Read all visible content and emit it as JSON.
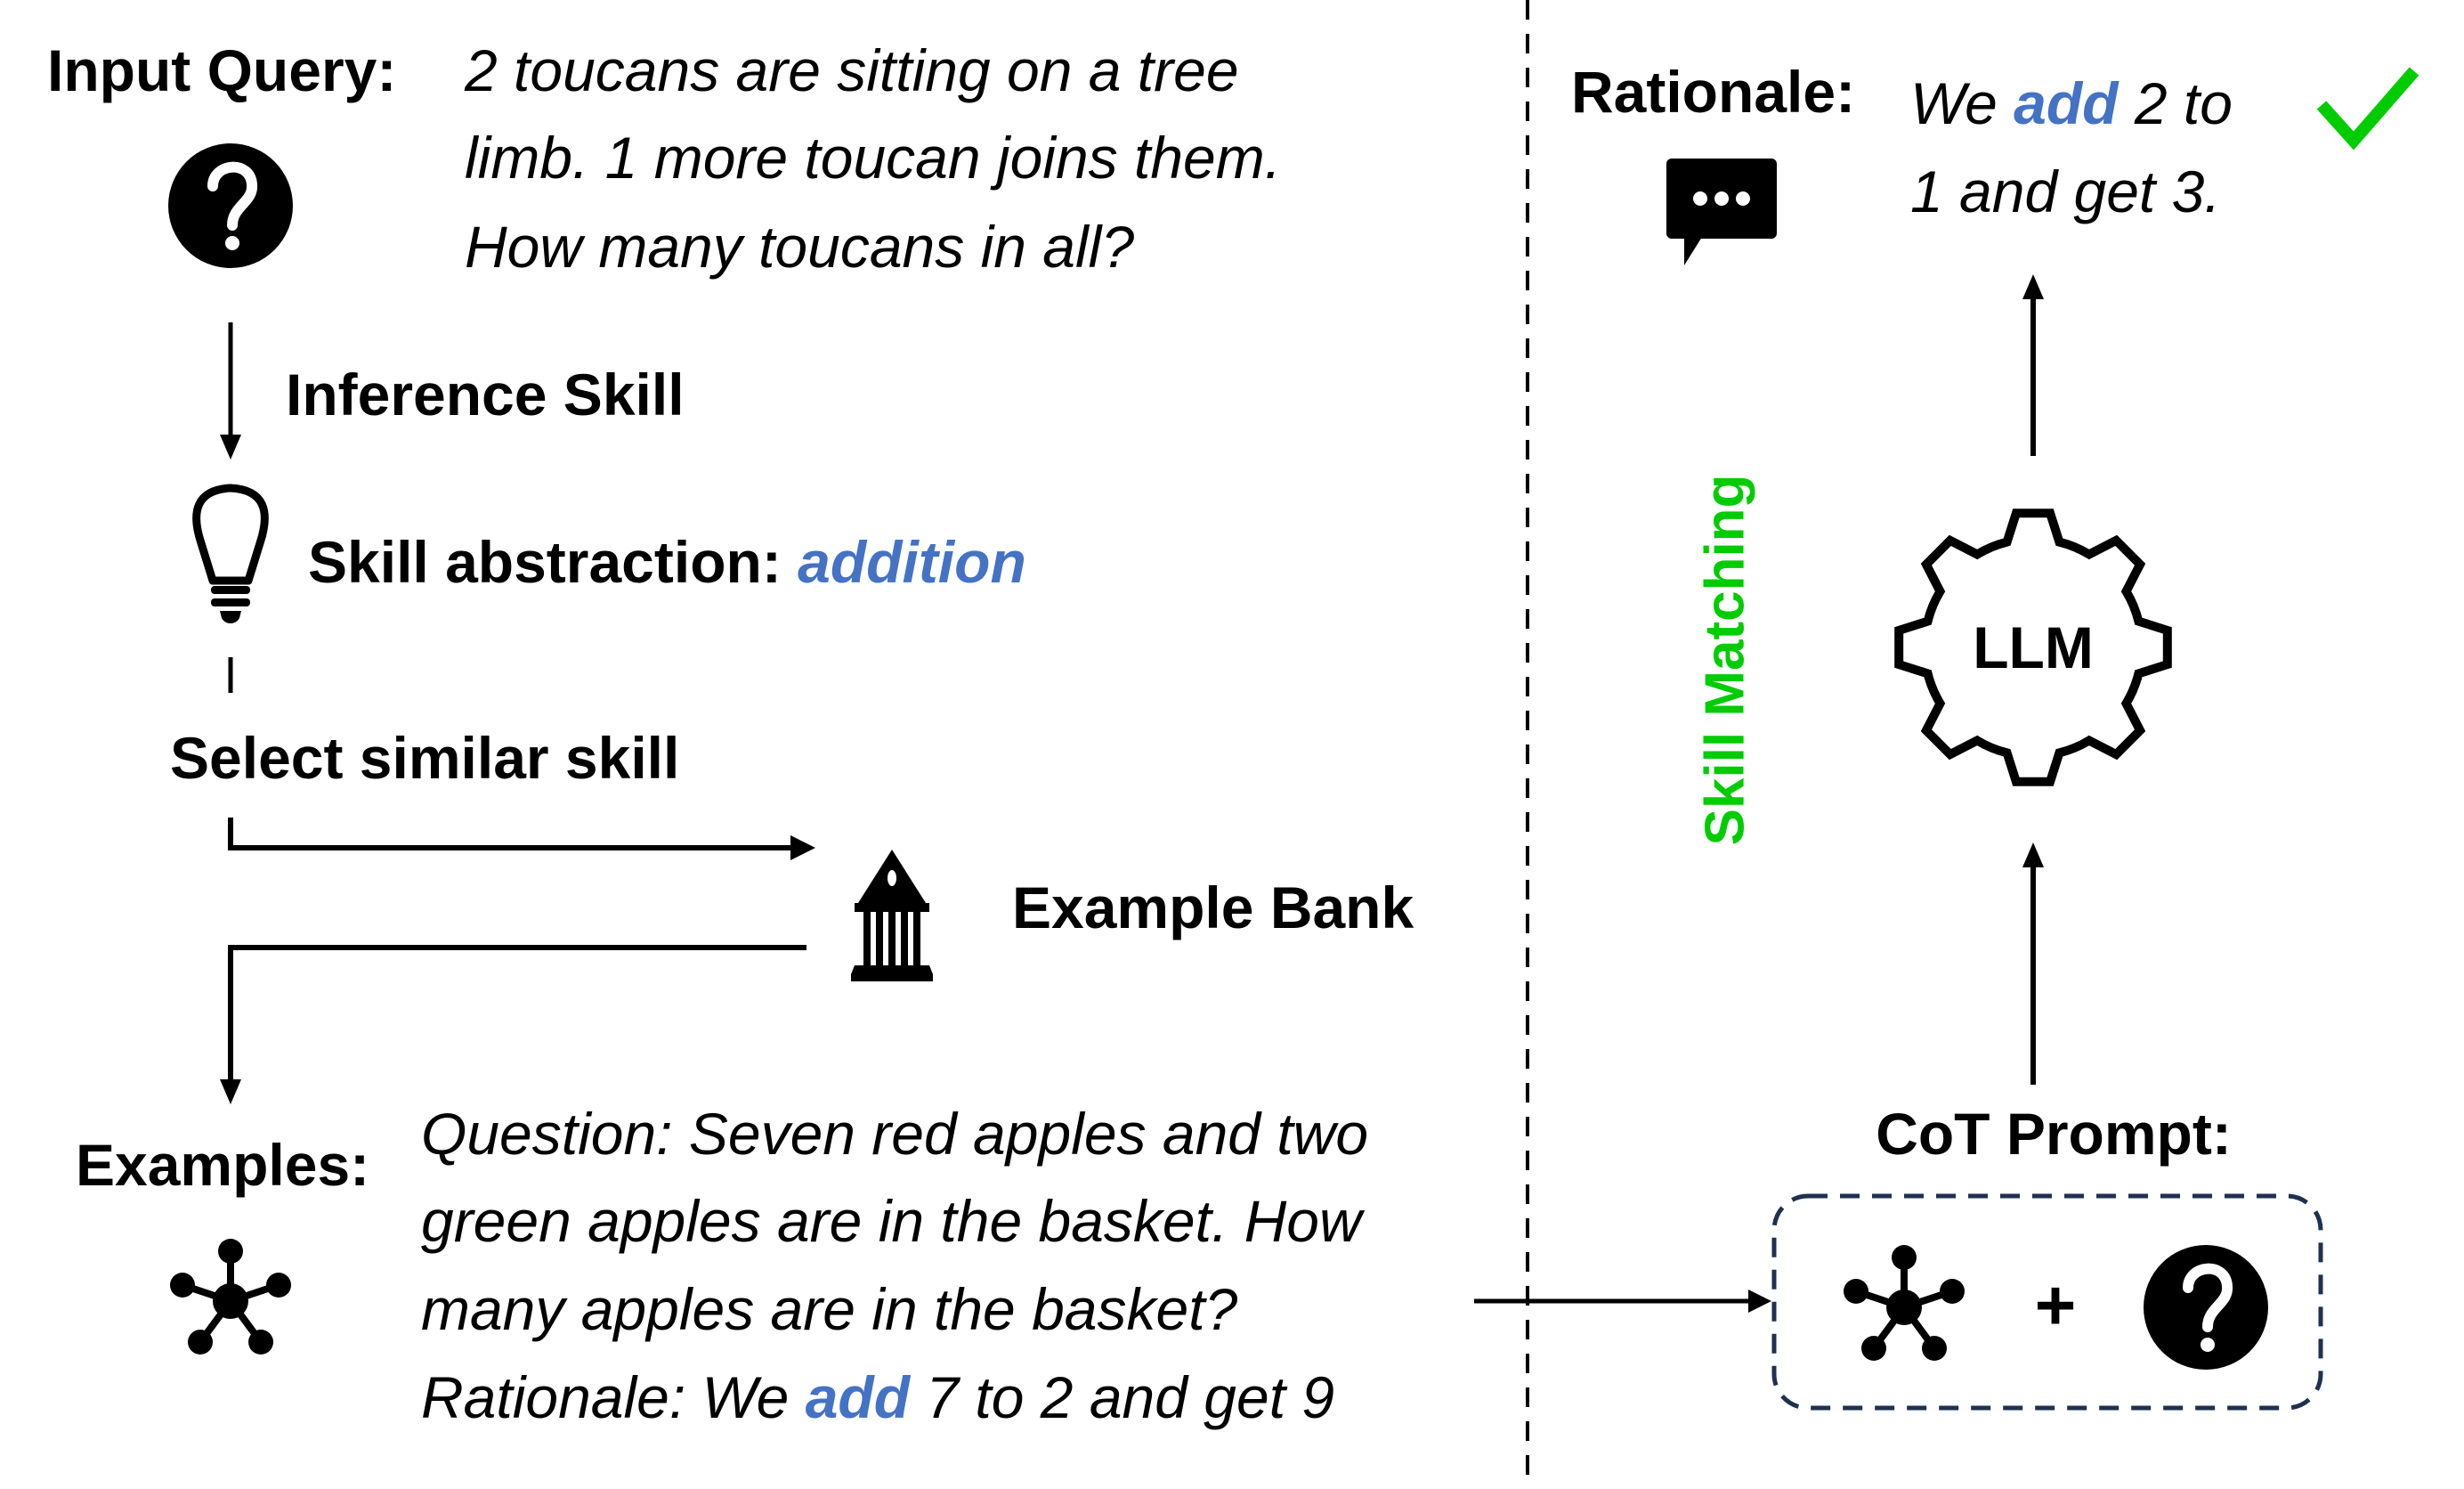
{
  "input_query": {
    "label": "Input Query:",
    "lines": [
      "2 toucans are sitting on a tree",
      "limb. 1 more toucan joins them.",
      "How many toucans in all?"
    ],
    "icon": "question-circle-icon"
  },
  "inference_step": {
    "label": "Inference Skill"
  },
  "skill_abstraction": {
    "label": "Skill abstraction:",
    "value": "addition",
    "icon": "lightbulb-icon"
  },
  "select_step": {
    "label": "Select similar skill"
  },
  "example_bank": {
    "label": "Example Bank",
    "icon": "bank-building-icon"
  },
  "examples": {
    "label": "Examples:",
    "icon": "network-hub-icon",
    "lines": [
      "Question: Seven red apples and two",
      "green apples are in the basket. How",
      "many apples are in the basket?"
    ],
    "rationale_prefix": "Rationale: We ",
    "rationale_keyword": "add",
    "rationale_suffix": " 7 to 2 and get 9"
  },
  "skill_matching": {
    "label": "Skill Matching"
  },
  "llm": {
    "label": "LLM",
    "icon": "gear-icon"
  },
  "cot_prompt": {
    "label": "CoT Prompt:",
    "plus": "+",
    "icons": [
      "network-hub-icon",
      "question-circle-icon"
    ]
  },
  "rationale": {
    "label": "Rationale:",
    "icon": "chat-bubble-icon",
    "line1_prefix": "We ",
    "line1_keyword": "add",
    "line1_suffix": " 2 to",
    "line2": "1 and get 3.",
    "status_icon": "checkmark-icon"
  },
  "colors": {
    "accent_blue": "#4472C4",
    "skill_matching_green": "#00CC00",
    "check_green": "#00CC00",
    "dashed_box": "#1F3050"
  }
}
